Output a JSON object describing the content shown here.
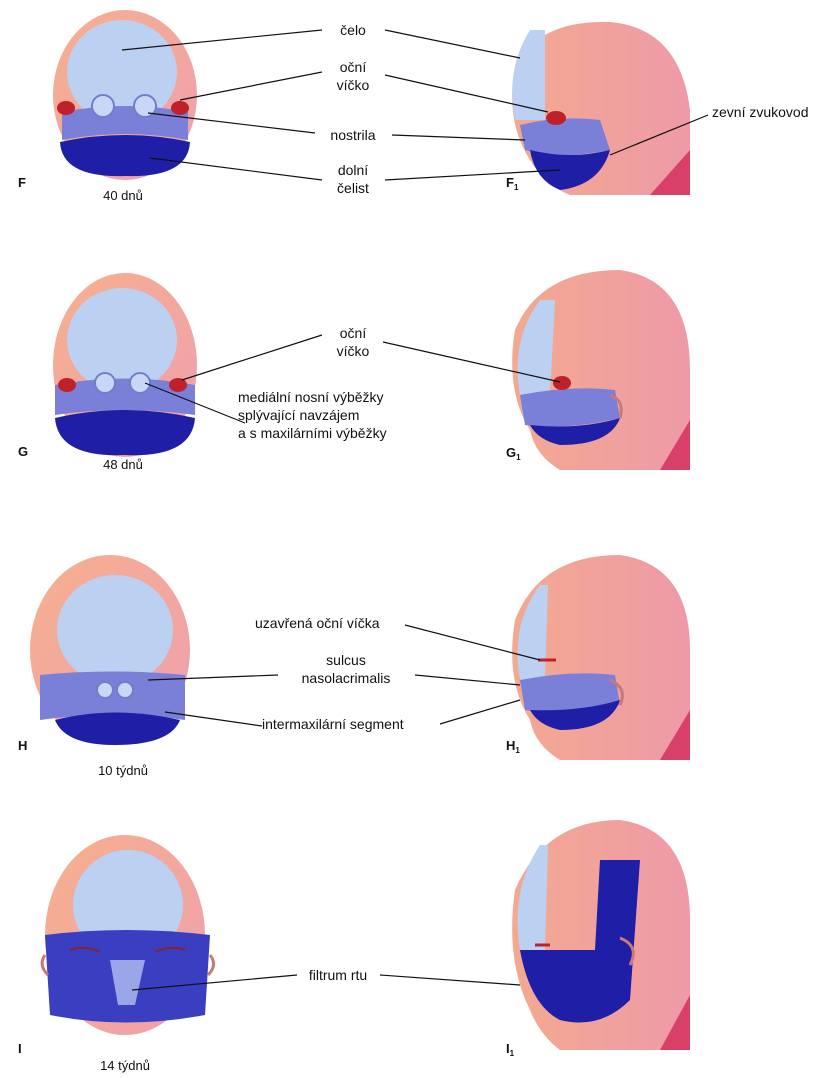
{
  "colors": {
    "skin_pink": "#f0a9ae",
    "skin_orange": "#f3a98f",
    "forehead_blue": "#bcd0f2",
    "maxillary_violet": "#7a7fd8",
    "mandible_navy": "#1e1ea6",
    "eye_red": "#c0202a",
    "neck_magenta": "#d8406a"
  },
  "panels": {
    "F": {
      "letter": "F",
      "age": "40 dnů"
    },
    "F1": {
      "letter": "F",
      "sub": "1"
    },
    "G": {
      "letter": "G",
      "age": "48 dnů"
    },
    "G1": {
      "letter": "G",
      "sub": "1"
    },
    "H": {
      "letter": "H",
      "age": "10 týdnů"
    },
    "H1": {
      "letter": "H",
      "sub": "1"
    },
    "I": {
      "letter": "I",
      "age": "14 týdnů"
    },
    "I1": {
      "letter": "I",
      "sub": "1"
    }
  },
  "labels": {
    "celo": "čelo",
    "ocni_vicko_F": [
      "oční",
      "víčko"
    ],
    "nostrila": "nostrila",
    "zevni_zvukovod": "zevní zvukovod",
    "dolni_celist": [
      "dolní",
      "čelist"
    ],
    "ocni_vicko_G": [
      "oční",
      "víčko"
    ],
    "medialni": [
      "mediální nosní výběžky",
      "splývající navzájem",
      "a s maxilárními výběžky"
    ],
    "uzavrena_vicka": "uzavřená oční víčka",
    "sulcus": [
      "sulcus",
      "nasolacrimalis"
    ],
    "intermaxilarni": "intermaxilární  segment",
    "filtrum": "filtrum rtu"
  }
}
